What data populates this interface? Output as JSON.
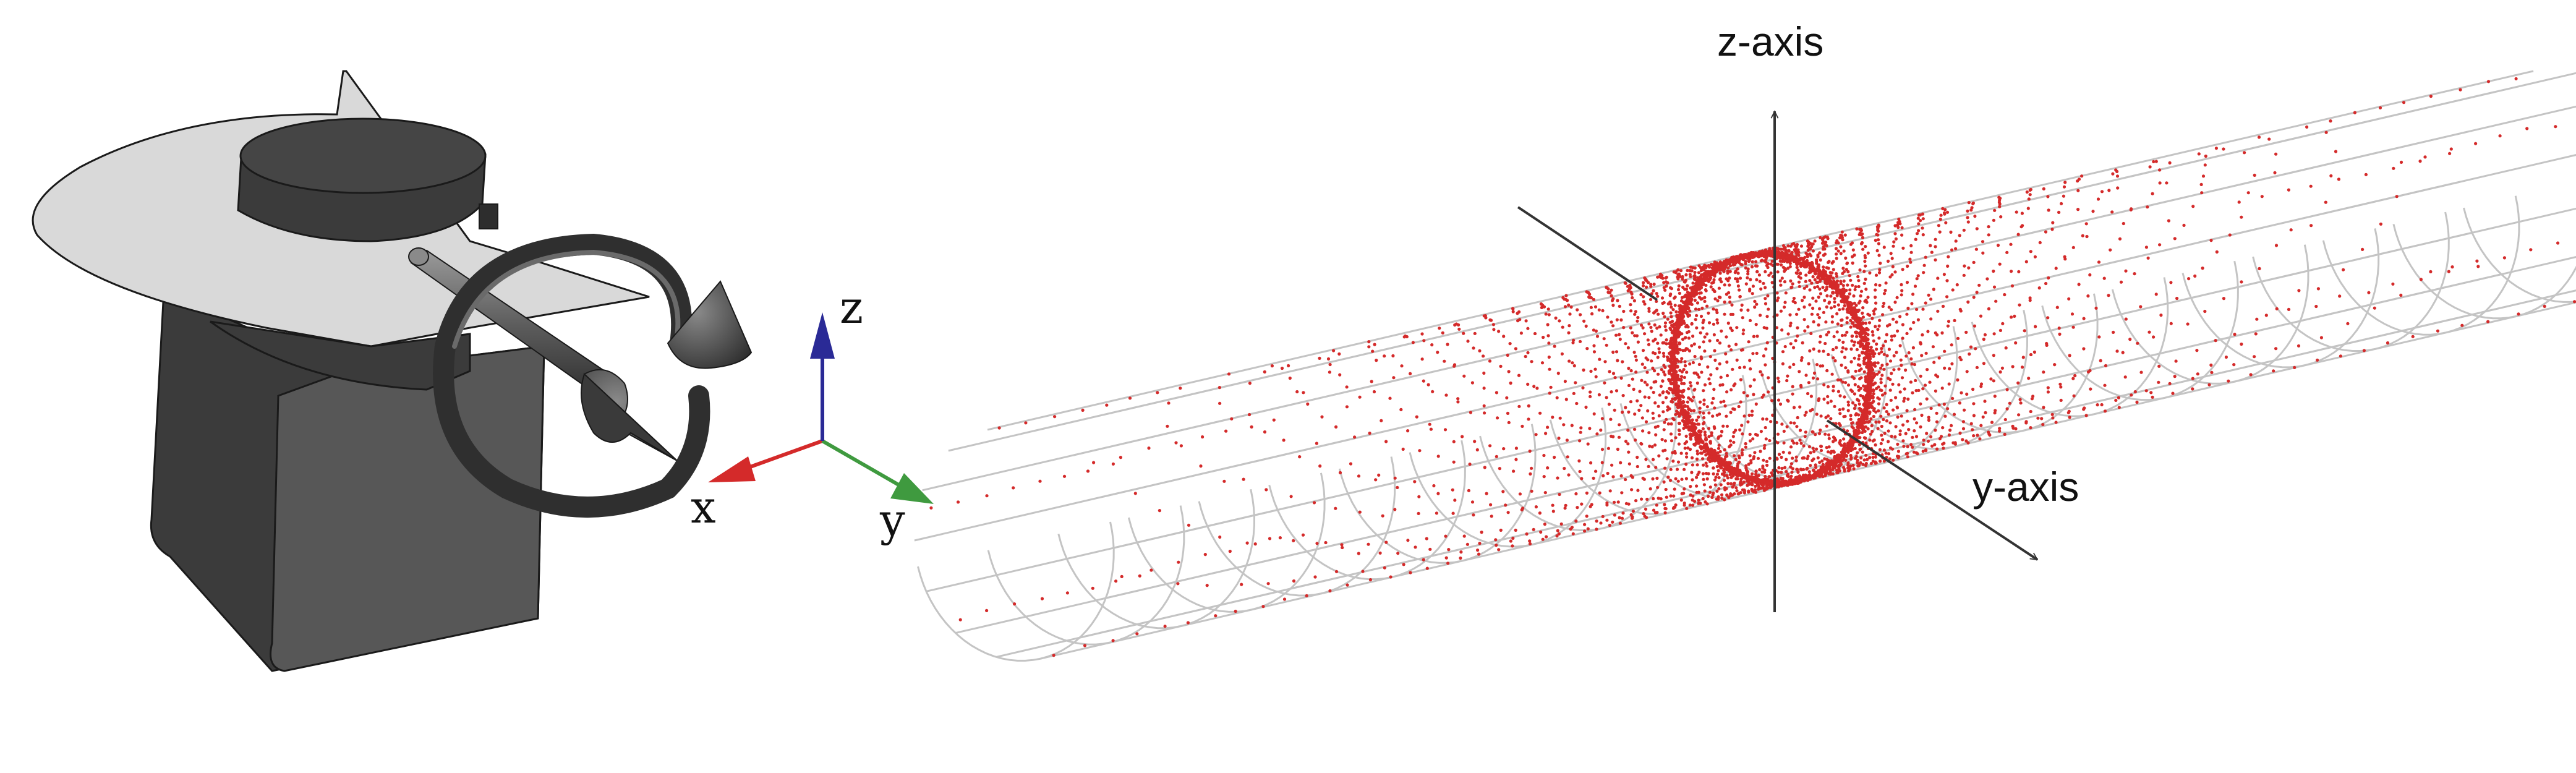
{
  "left_panel": {
    "triad": {
      "x_label": "x",
      "y_label": "y",
      "z_label": "z",
      "x_color": "#d42a2a",
      "y_color": "#3f9a3f",
      "z_color": "#2a2a96"
    },
    "model_colors": {
      "dark": "#3b3b3b",
      "mid": "#575757",
      "light": "#d9d9d9",
      "edge": "#1a1a1a"
    }
  },
  "right_panel": {
    "z_axis_label": "z-axis",
    "y_axis_label": "y-axis",
    "point_color": "#d42a2a",
    "wire_color": "#c4c4c4",
    "axis_color": "#333333"
  }
}
